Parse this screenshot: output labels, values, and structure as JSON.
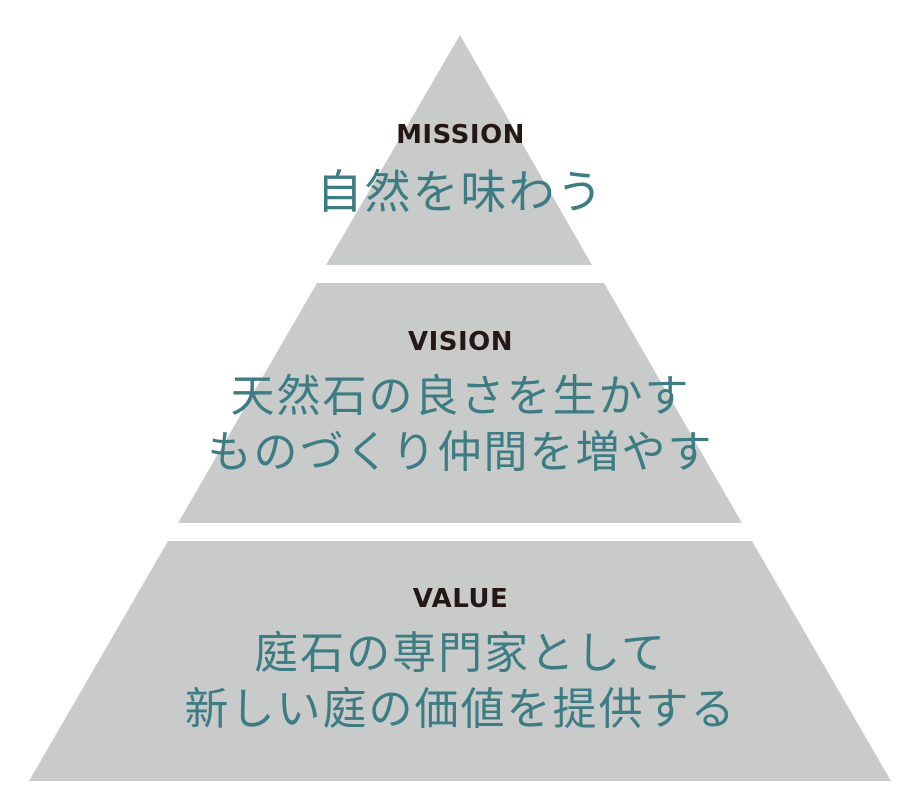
{
  "colors": {
    "tier_fill": "#c9caca",
    "label_color": "#231815",
    "text_color": "#3e7c84"
  },
  "tiers": [
    {
      "label": "MISSION",
      "lines": [
        "自然を味わう"
      ]
    },
    {
      "label": "VISION",
      "lines": [
        "天然石の良さを生かす",
        "ものづくり仲間を増やす"
      ]
    },
    {
      "label": "VALUE",
      "lines": [
        "庭石の専門家として",
        "新しい庭の価値を提供する"
      ]
    }
  ]
}
